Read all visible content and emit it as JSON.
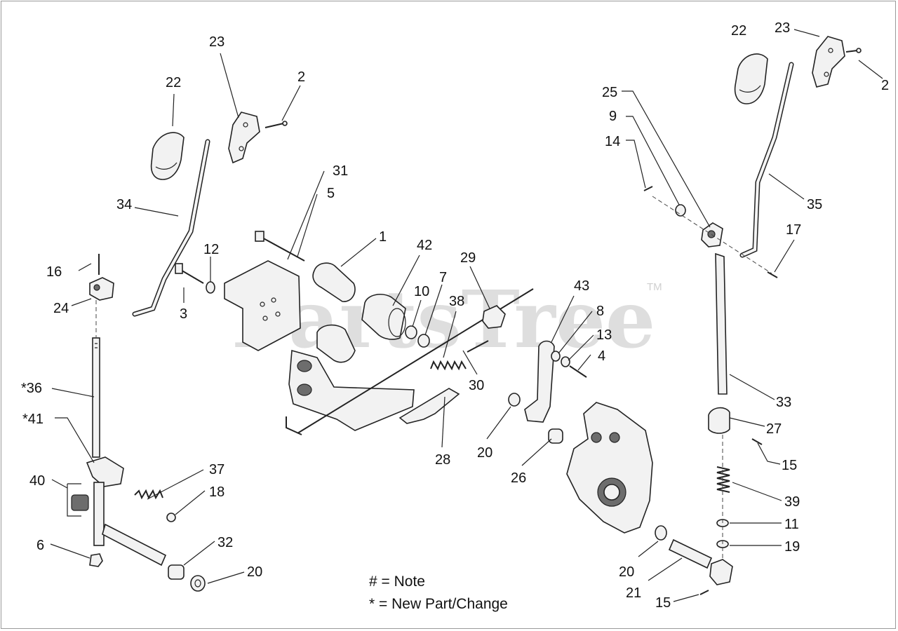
{
  "watermark": {
    "text": "PartsTree",
    "trademark": "TM"
  },
  "legend": {
    "note_line": "# = Note",
    "change_line": "* = New Part/Change"
  },
  "callouts": [
    "23",
    "22",
    "2",
    "34",
    "31",
    "5",
    "1",
    "42",
    "12",
    "16",
    "24",
    "3",
    "10",
    "7",
    "38",
    "29",
    "43",
    "8",
    "13",
    "4",
    "30",
    "28",
    "20",
    "26",
    "*36",
    "*41",
    "37",
    "18",
    "40",
    "6",
    "32",
    "20",
    "22",
    "23",
    "2",
    "25",
    "9",
    "14",
    "35",
    "17",
    "33",
    "27",
    "15",
    "39",
    "11",
    "19",
    "20",
    "21",
    "15"
  ]
}
